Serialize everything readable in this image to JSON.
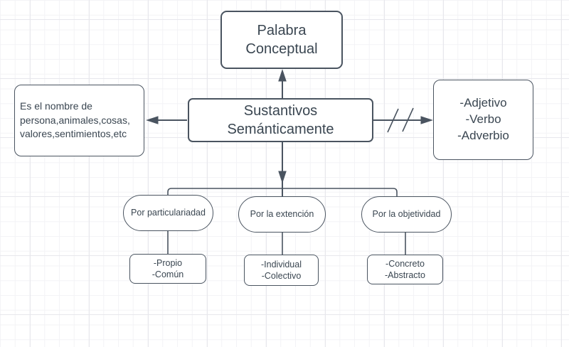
{
  "diagram": {
    "colors": {
      "stroke": "#4a5460",
      "text": "#3a4651",
      "node_fill": "#ffffff",
      "background": "#ffffff",
      "grid_line": "#e7e7ec"
    },
    "icons": {
      "arrowheads": [
        "arrowhead-up-icon",
        "arrowhead-left-icon",
        "arrowhead-right-icon",
        "arrowhead-down-icon"
      ],
      "negation_marker": "double-slash"
    },
    "nodes": {
      "palabra_conceptual": {
        "label": "Palabra\nConceptual"
      },
      "sustantivos_semanticamente": {
        "label": "Sustantivos\nSemánticamente"
      },
      "definicion": {
        "label": "Es el nombre de\npersona,animales,cosas,\nvalores,sentimientos,etc"
      },
      "no_sustantivos": {
        "label": "-Adjetivo\n-Verbo\n-Adverbio"
      },
      "por_particulariadad": {
        "label": "Por particulariadad"
      },
      "por_la_extencion": {
        "label": "Por la extención"
      },
      "por_la_objetividad": {
        "label": "Por la objetividad"
      },
      "propio_comun": {
        "label": "-Propio\n-Común"
      },
      "individual_colectivo": {
        "label": "-Individual\n-Colectivo"
      },
      "concreto_abstracto": {
        "label": "-Concreto\n-Abstracto"
      }
    },
    "edges": [
      {
        "from": "sustantivos_semanticamente",
        "to": "palabra_conceptual",
        "style": "arrow"
      },
      {
        "from": "sustantivos_semanticamente",
        "to": "definicion",
        "style": "arrow"
      },
      {
        "from": "sustantivos_semanticamente",
        "to": "no_sustantivos",
        "style": "arrow-negated-double-slash"
      },
      {
        "from": "sustantivos_semanticamente",
        "to": "por_particulariadad",
        "style": "arrow-tree"
      },
      {
        "from": "sustantivos_semanticamente",
        "to": "por_la_extencion",
        "style": "arrow-tree"
      },
      {
        "from": "sustantivos_semanticamente",
        "to": "por_la_objetividad",
        "style": "arrow-tree"
      },
      {
        "from": "por_particulariadad",
        "to": "propio_comun",
        "style": "line"
      },
      {
        "from": "por_la_extencion",
        "to": "individual_colectivo",
        "style": "line"
      },
      {
        "from": "por_la_objetividad",
        "to": "concreto_abstracto",
        "style": "line"
      }
    ]
  }
}
